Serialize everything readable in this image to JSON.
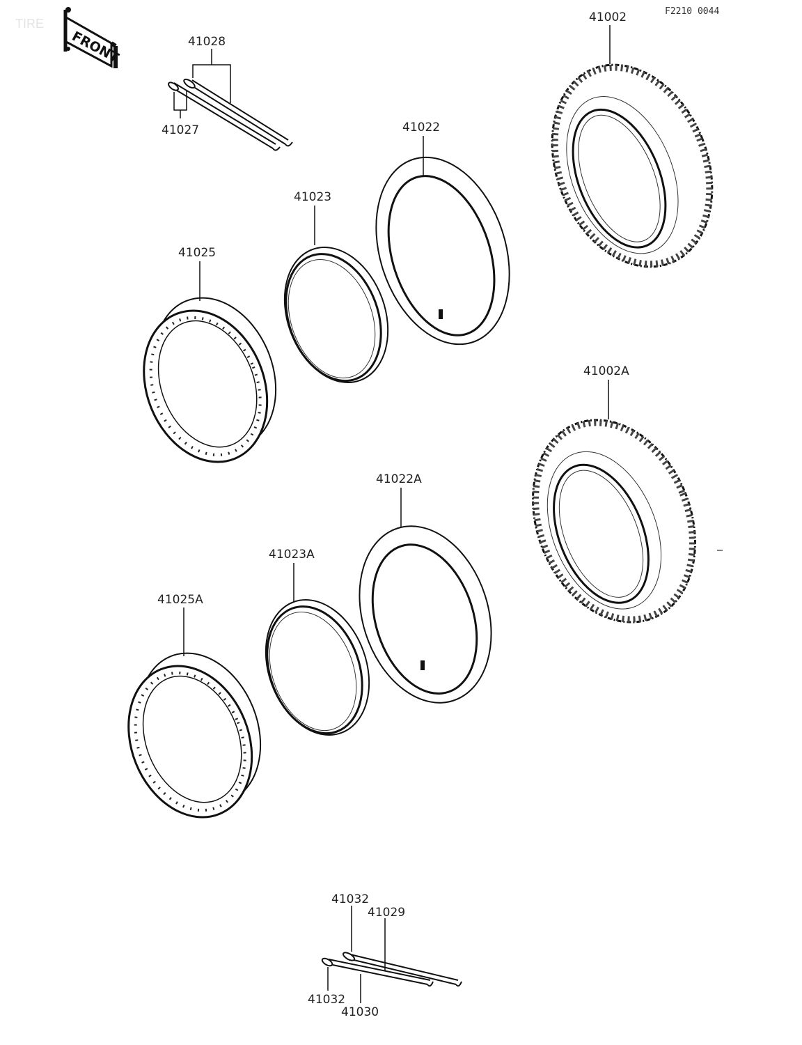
{
  "header": {
    "watermark": "TIRE",
    "front_tag": "FRONT",
    "figure_code": "F2210 0044"
  },
  "parts": {
    "p41028": "41028",
    "p41027": "41027",
    "p41022": "41022",
    "p41002": "41002",
    "p41023": "41023",
    "p41025": "41025",
    "p41002A": "41002A",
    "p41022A": "41022A",
    "p41023A": "41023A",
    "p41025A": "41025A",
    "p41032_top": "41032",
    "p41029": "41029",
    "p41032_bottom": "41032",
    "p41030": "41030"
  }
}
